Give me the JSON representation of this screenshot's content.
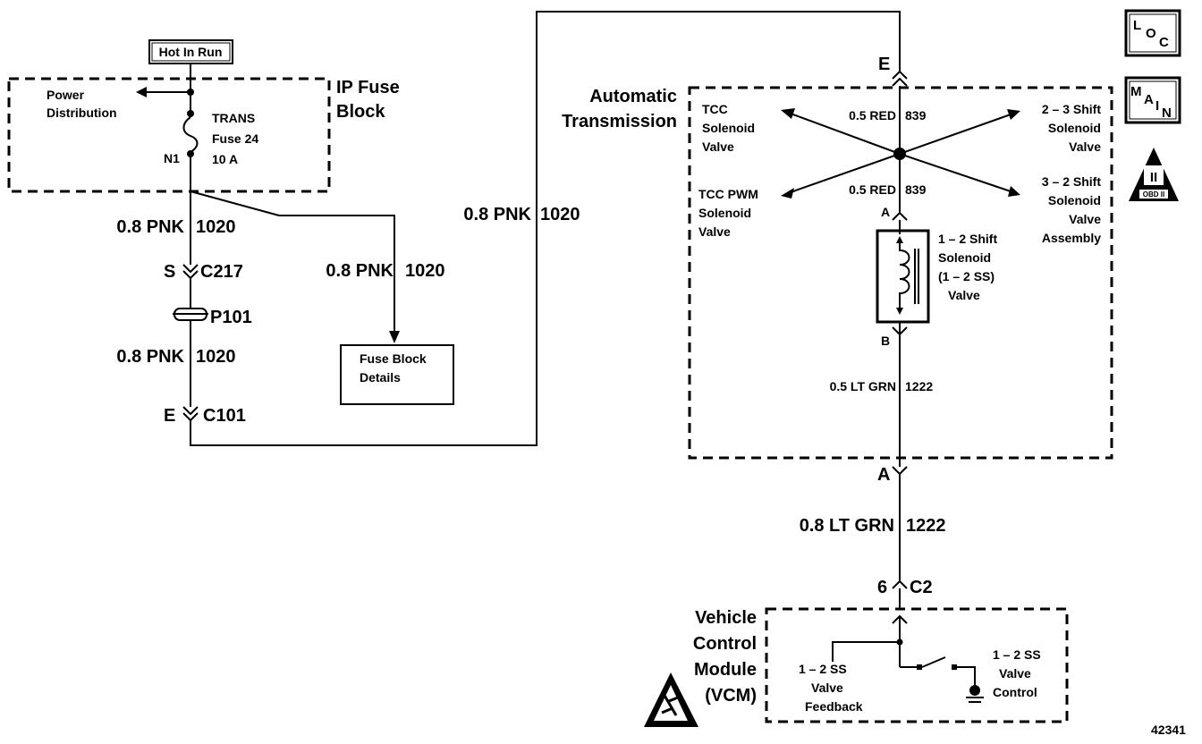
{
  "hot_in_run": "Hot In Run",
  "ip_fuse_block": {
    "title_line1": "IP Fuse",
    "title_line2": "Block",
    "power_line1": "Power",
    "power_line2": "Distribution",
    "fuse_line1": "TRANS",
    "fuse_line2": "Fuse 24",
    "fuse_line3": "10 A",
    "n1": "N1"
  },
  "wires": {
    "pnk_a": "0.8 PNK",
    "pnk_a_num": "1020",
    "pnk_b": "0.8 PNK",
    "pnk_b_num": "1020",
    "pnk_c": "0.8 PNK",
    "pnk_c_num": "1020",
    "pnk_d": "0.8 PNK",
    "pnk_d_num": "1020",
    "red_a": "0.5 RED",
    "red_a_num": "839",
    "red_b": "0.5 RED",
    "red_b_num": "839",
    "ltgrn_a": "0.5 LT GRN",
    "ltgrn_a_num": "1222",
    "ltgrn_b": "0.8 LT GRN",
    "ltgrn_b_num": "1222"
  },
  "connectors": {
    "s": "S",
    "c217": "C217",
    "p101": "P101",
    "e": "E",
    "c101": "C101",
    "e_top": "E",
    "a_top": "A",
    "b": "B",
    "a_bottom": "A",
    "pin6": "6",
    "c2": "C2"
  },
  "fuse_block_details": {
    "line1": "Fuse Block",
    "line2": "Details"
  },
  "transmission": {
    "title_line1": "Automatic",
    "title_line2": "Transmission",
    "tcc": [
      "TCC",
      "Solenoid",
      "Valve"
    ],
    "tcc_pwm": [
      "TCC PWM",
      "Solenoid",
      "Valve"
    ],
    "shift23": [
      "2 – 3 Shift",
      "Solenoid",
      "Valve"
    ],
    "shift32": [
      "3 – 2 Shift",
      "Solenoid",
      "Valve",
      "Assembly"
    ],
    "shift12": [
      "1 – 2 Shift",
      "Solenoid",
      "(1 – 2 SS)",
      "Valve"
    ]
  },
  "vcm": {
    "title": [
      "Vehicle",
      "Control",
      "Module",
      "(VCM)"
    ],
    "feedback": [
      "1 – 2 SS",
      "Valve",
      "Feedback"
    ],
    "control": [
      "1 – 2 SS",
      "Valve",
      "Control"
    ]
  },
  "badges": {
    "loc": [
      "L",
      "O",
      "C"
    ],
    "main": [
      "M",
      "A",
      "I",
      "N"
    ],
    "obd_roman": "II",
    "obd": "OBD II"
  },
  "figure_number": "42341"
}
